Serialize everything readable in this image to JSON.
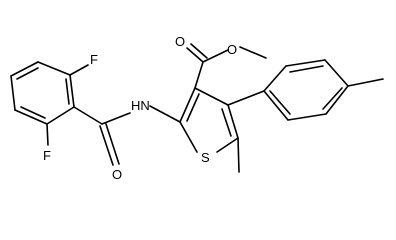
{
  "molecule": {
    "atoms": {
      "F_top": "F",
      "F_bottom": "F",
      "N_amide": "HN",
      "O_amide": "O",
      "O_carbonyl": "O",
      "O_ester": "O",
      "S_ring": "S"
    }
  }
}
